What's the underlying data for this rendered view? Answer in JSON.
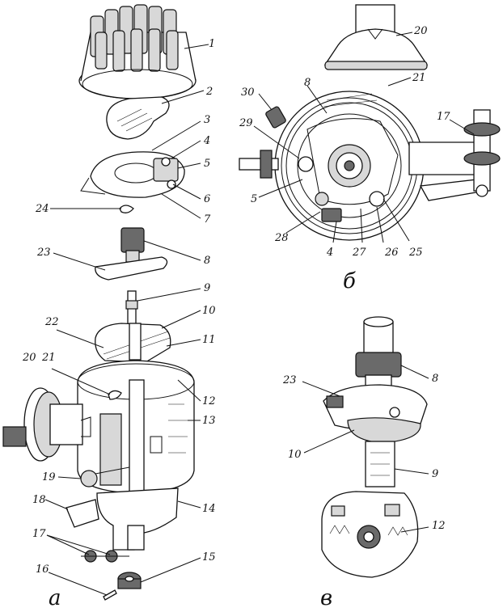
{
  "panels": {
    "a": "а",
    "b": "б",
    "v": "в"
  },
  "labels_a": [
    "1",
    "2",
    "3",
    "4",
    "5",
    "6",
    "7",
    "8",
    "9",
    "10",
    "11",
    "12",
    "13",
    "14",
    "15",
    "16",
    "17",
    "18",
    "19",
    "20",
    "21",
    "22",
    "23",
    "24"
  ],
  "labels_b": [
    "20",
    "21",
    "17",
    "30",
    "8",
    "29",
    "5",
    "28",
    "4",
    "27",
    "26",
    "25"
  ],
  "labels_v": [
    "8",
    "23",
    "10",
    "9",
    "12"
  ]
}
